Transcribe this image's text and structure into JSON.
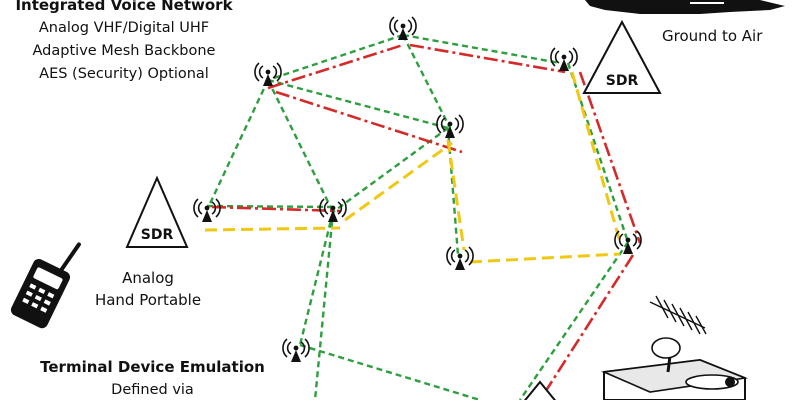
{
  "header": {
    "title": "Integrated Voice Network",
    "lines": [
      "Analog VHF/Digital UHF",
      "Adaptive Mesh Backbone",
      "AES (Security) Optional"
    ]
  },
  "labels": {
    "ground_to_air": "Ground to Air",
    "hand_portable": [
      "Analog",
      "Hand Portable"
    ],
    "emulation_title": "Terminal Device Emulation",
    "emulation_sub": "Defined via",
    "sdr": "SDR"
  },
  "colors": {
    "green": "#2e9e3e",
    "red": "#d42a2a",
    "yellow": "#f0c814",
    "ink": "#111111"
  }
}
